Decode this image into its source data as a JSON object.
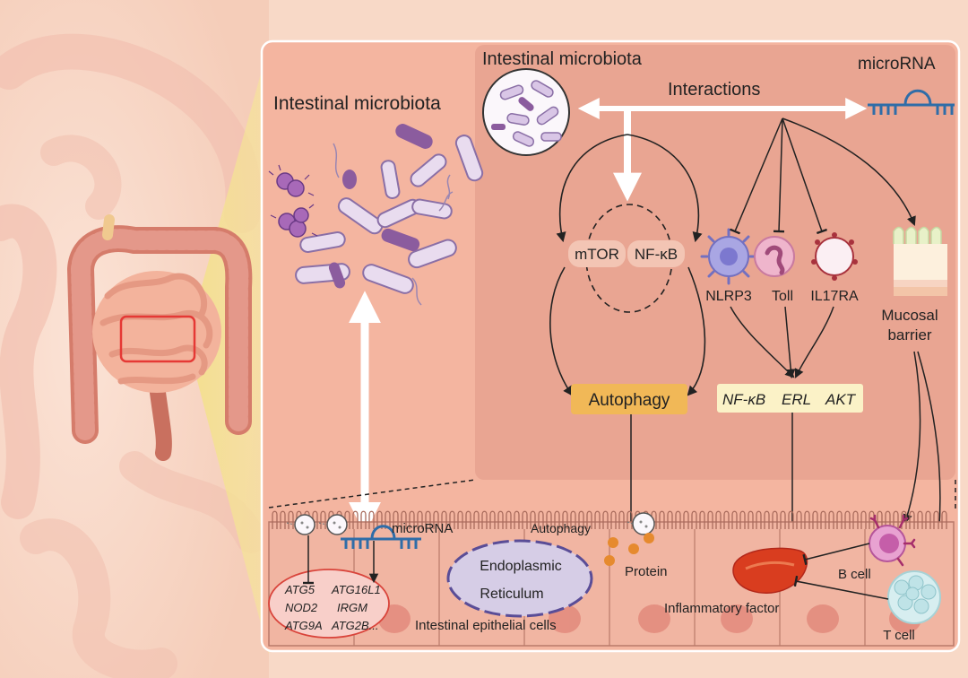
{
  "labels": {
    "microbiota_left": "Intestinal microbiota",
    "microbiota_top": "Intestinal microbiota",
    "microrna_top": "microRNA",
    "interactions": "Interactions",
    "mtor": "mTOR",
    "nfkb_small": "NF-κB",
    "nlrp3": "NLRP3",
    "toll": "Toll",
    "il17ra": "IL17RA",
    "mucosal": "Mucosal",
    "barrier": "barrier",
    "autophagy": "Autophagy",
    "nfkb": "NF-κB",
    "erl": "ERL",
    "akt": "AKT",
    "microrna_bottom": "microRNA",
    "autophagy_small": "Autophagy",
    "protein": "Protein",
    "endoplasmic": "Endoplasmic",
    "reticulum": "Reticulum",
    "b_cell": "B cell",
    "t_cell": "T cell",
    "inflammatory_factor": "Inflammatory factor",
    "epithelial_cells": "Intestinal epithelial cells",
    "atg5": "ATG5",
    "atg16l1": "ATG16L1",
    "nod2": "NOD2",
    "irgm": "IRGM",
    "atg9a": "ATG9A",
    "atg2b": "ATG2B..."
  },
  "colors": {
    "background": "#f8d9c7",
    "panel": "#f4b5a0",
    "inner_panel": "#e9a592",
    "autophagy_box": "#f1b857",
    "pathway_box": "#fbf2c7",
    "microrna": "#2f6da8",
    "highlight_box": "#e53935",
    "er": "#d6cde6"
  }
}
